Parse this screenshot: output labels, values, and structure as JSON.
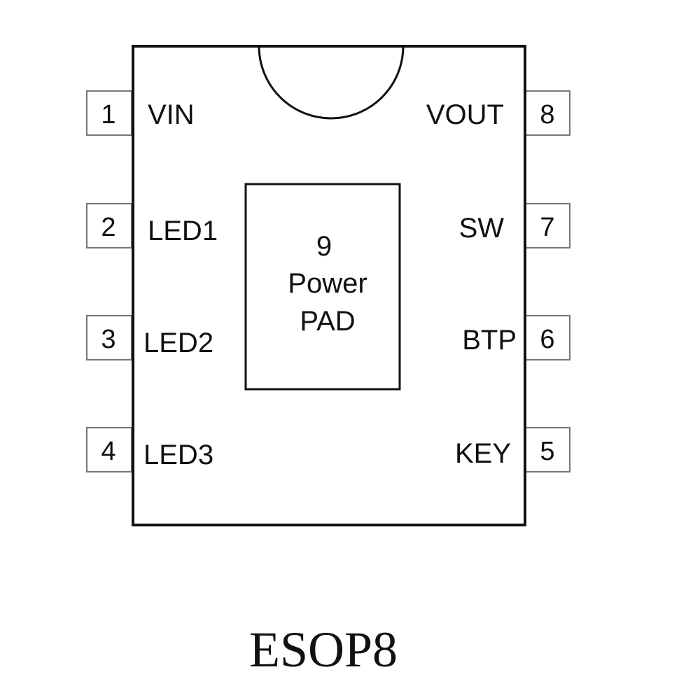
{
  "package": {
    "name": "ESOP8",
    "pad": {
      "number": "9",
      "line1": "Power",
      "line2": "PAD"
    },
    "left_pins": [
      {
        "number": "1",
        "label": "VIN"
      },
      {
        "number": "2",
        "label": "LED1"
      },
      {
        "number": "3",
        "label": "LED2"
      },
      {
        "number": "4",
        "label": "LED3"
      }
    ],
    "right_pins": [
      {
        "number": "8",
        "label": "VOUT"
      },
      {
        "number": "7",
        "label": "SW"
      },
      {
        "number": "6",
        "label": "BTP"
      },
      {
        "number": "5",
        "label": "KEY"
      }
    ]
  }
}
